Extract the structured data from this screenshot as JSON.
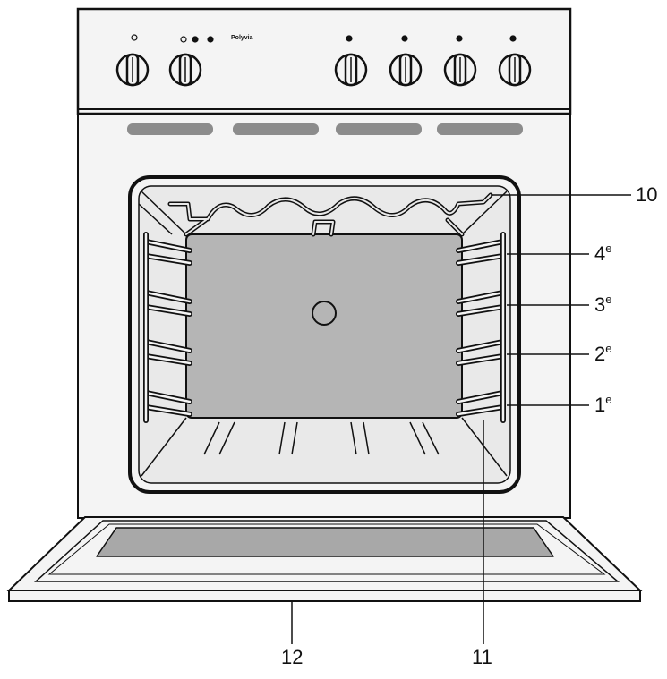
{
  "panel": {
    "brand": "Polyvia"
  },
  "callouts": {
    "grill": "10",
    "oven_floor": "11",
    "door": "12",
    "shelf_4": {
      "num": "4",
      "sup": "e"
    },
    "shelf_3": {
      "num": "3",
      "sup": "e"
    },
    "shelf_2": {
      "num": "2",
      "sup": "e"
    },
    "shelf_1": {
      "num": "1",
      "sup": "e"
    }
  },
  "colors": {
    "outline": "#111111",
    "cavity": "#e9e9e9",
    "back_panel": "#b5b5b5",
    "vents": "#8c8c8c",
    "door_glass": "#a8a8a8",
    "body": "#f4f4f4"
  }
}
